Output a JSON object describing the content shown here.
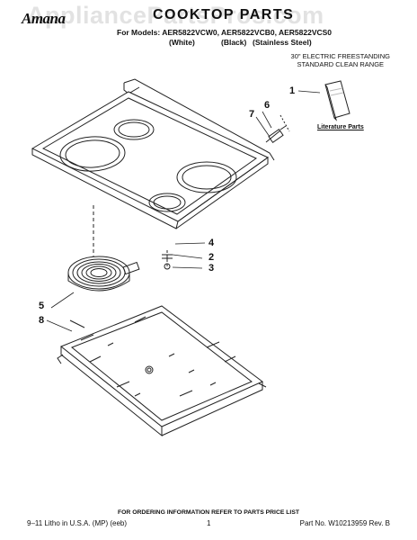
{
  "header": {
    "brand": "Amana",
    "title": "COOKTOP PARTS",
    "watermark": "AppliancePartsPros.com",
    "models_prefix": "For Models:",
    "models": "AER5822VCW0, AER5822VCB0, AER5822VCS0",
    "finishes": [
      "(White)",
      "(Black)",
      "(Stainless Steel)"
    ],
    "subtitle_line1": "30\" ELECTRIC FREESTANDING",
    "subtitle_line2": "STANDARD CLEAN RANGE"
  },
  "callouts": {
    "c1": "1",
    "c2": "2",
    "c3": "3",
    "c4": "4",
    "c5": "5",
    "c6": "6",
    "c7": "7",
    "c8": "8"
  },
  "literature_label": "Literature Parts",
  "footer": {
    "ordering_info": "FOR ORDERING INFORMATION REFER TO PARTS PRICE LIST",
    "litho": "9–11 Litho in U.S.A. (MP) (eeb)",
    "page": "1",
    "part_no": "Part No. W10213959 Rev. B"
  }
}
